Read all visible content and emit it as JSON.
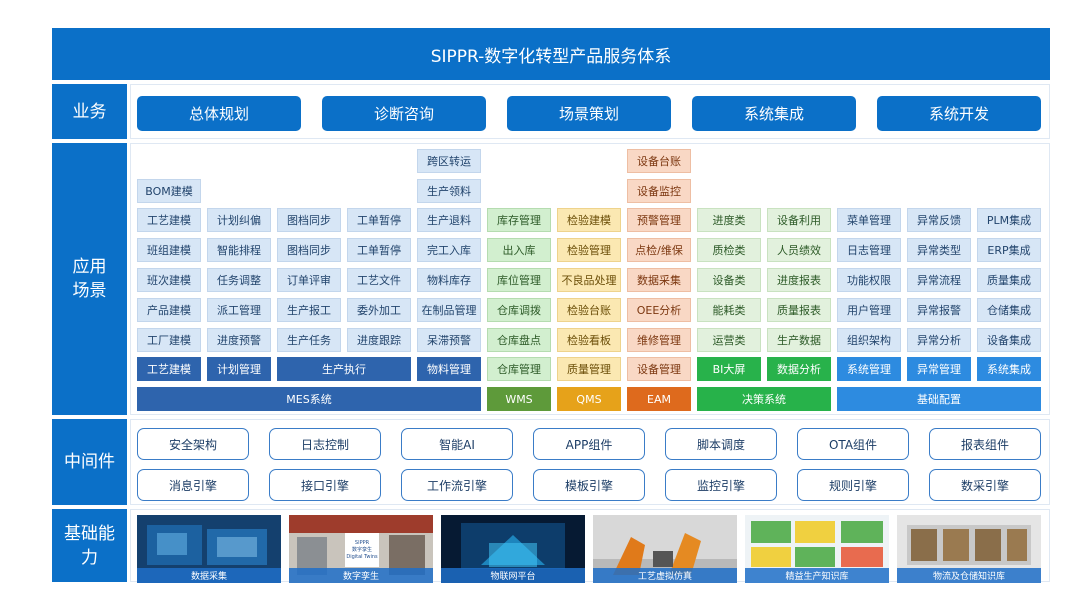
{
  "title": "SIPPR-数字化转型产品服务体系",
  "sections": {
    "business": "业务",
    "app_1": "应用",
    "app_2": "场景",
    "middleware": "中间件",
    "foundation_1": "基础能",
    "foundation_2": "力"
  },
  "business": [
    "总体规划",
    "诊断咨询",
    "场景策划",
    "系统集成",
    "系统开发"
  ],
  "mes": {
    "col1": [
      "BOM建模",
      "工艺建模",
      "班组建模",
      "班次建模",
      "产品建模",
      "工厂建模"
    ],
    "col2": [
      "计划纠偏",
      "智能排程",
      "任务调整",
      "派工管理",
      "进度预警"
    ],
    "col3": [
      "图档同步",
      "图档同步",
      "订单评审",
      "生产报工",
      "生产任务"
    ],
    "col4": [
      "工单暂停",
      "工单暂停",
      "工艺文件",
      "委外加工",
      "进度跟踪"
    ],
    "col5": [
      "跨区转运",
      "生产领料",
      "生产退料",
      "完工入库",
      "物料库存",
      "在制品管理",
      "呆滞预警"
    ],
    "bottom": [
      "工艺建模",
      "计划管理",
      "生产执行",
      "物料管理"
    ],
    "system": "MES系统"
  },
  "wms": {
    "items": [
      "库存管理",
      "出入库",
      "库位管理",
      "仓库调拨",
      "仓库盘点"
    ],
    "bottom": "仓库管理",
    "system": "WMS"
  },
  "qms": {
    "items": [
      "检验建模",
      "检验管理",
      "不良品处理",
      "检验台账",
      "检验看板"
    ],
    "bottom": "质量管理",
    "system": "QMS"
  },
  "eam": {
    "items": [
      "设备台账",
      "设备监控",
      "预警管理",
      "点检/维保",
      "数据采集",
      "OEE分析",
      "维修管理"
    ],
    "bottom": "设备管理",
    "system": "EAM"
  },
  "decision": {
    "col1": [
      "进度类",
      "质检类",
      "设备类",
      "能耗类",
      "运营类"
    ],
    "col2": [
      "设备利用",
      "人员绩效",
      "进度报表",
      "质量报表",
      "生产数据"
    ],
    "bottom": [
      "BI大屏",
      "数据分析"
    ],
    "system": "决策系统"
  },
  "base": {
    "col1": [
      "菜单管理",
      "日志管理",
      "功能权限",
      "用户管理",
      "组织架构"
    ],
    "col2": [
      "异常反馈",
      "异常类型",
      "异常流程",
      "异常报警",
      "异常分析"
    ],
    "col3": [
      "PLM集成",
      "ERP集成",
      "质量集成",
      "仓储集成",
      "设备集成"
    ],
    "bottom": [
      "系统管理",
      "异常管理",
      "系统集成"
    ],
    "system": "基础配置"
  },
  "middleware": {
    "row1": [
      "安全架构",
      "日志控制",
      "智能AI",
      "APP组件",
      "脚本调度",
      "OTA组件",
      "报表组件"
    ],
    "row2": [
      "消息引擎",
      "接口引擎",
      "工作流引擎",
      "模板引擎",
      "监控引擎",
      "规则引擎",
      "数采引擎"
    ]
  },
  "foundation": [
    "数据采集",
    "数字孪生",
    "物联网平台",
    "工艺虚拟仿真",
    "精益生产知识库",
    "物流及仓储知识库"
  ],
  "twin_logo": {
    "line1": "SIPPR",
    "line2": "数字孪生",
    "line3": "Digital Twins"
  },
  "colors": {
    "primary": "#0b70c8",
    "mes_system": "#2e64ad",
    "wms_system": "#5e9a3a",
    "qms_system": "#e6a21a",
    "eam_system": "#de6a1d",
    "decision_system": "#27b24a",
    "base_system": "#2d8be0"
  }
}
